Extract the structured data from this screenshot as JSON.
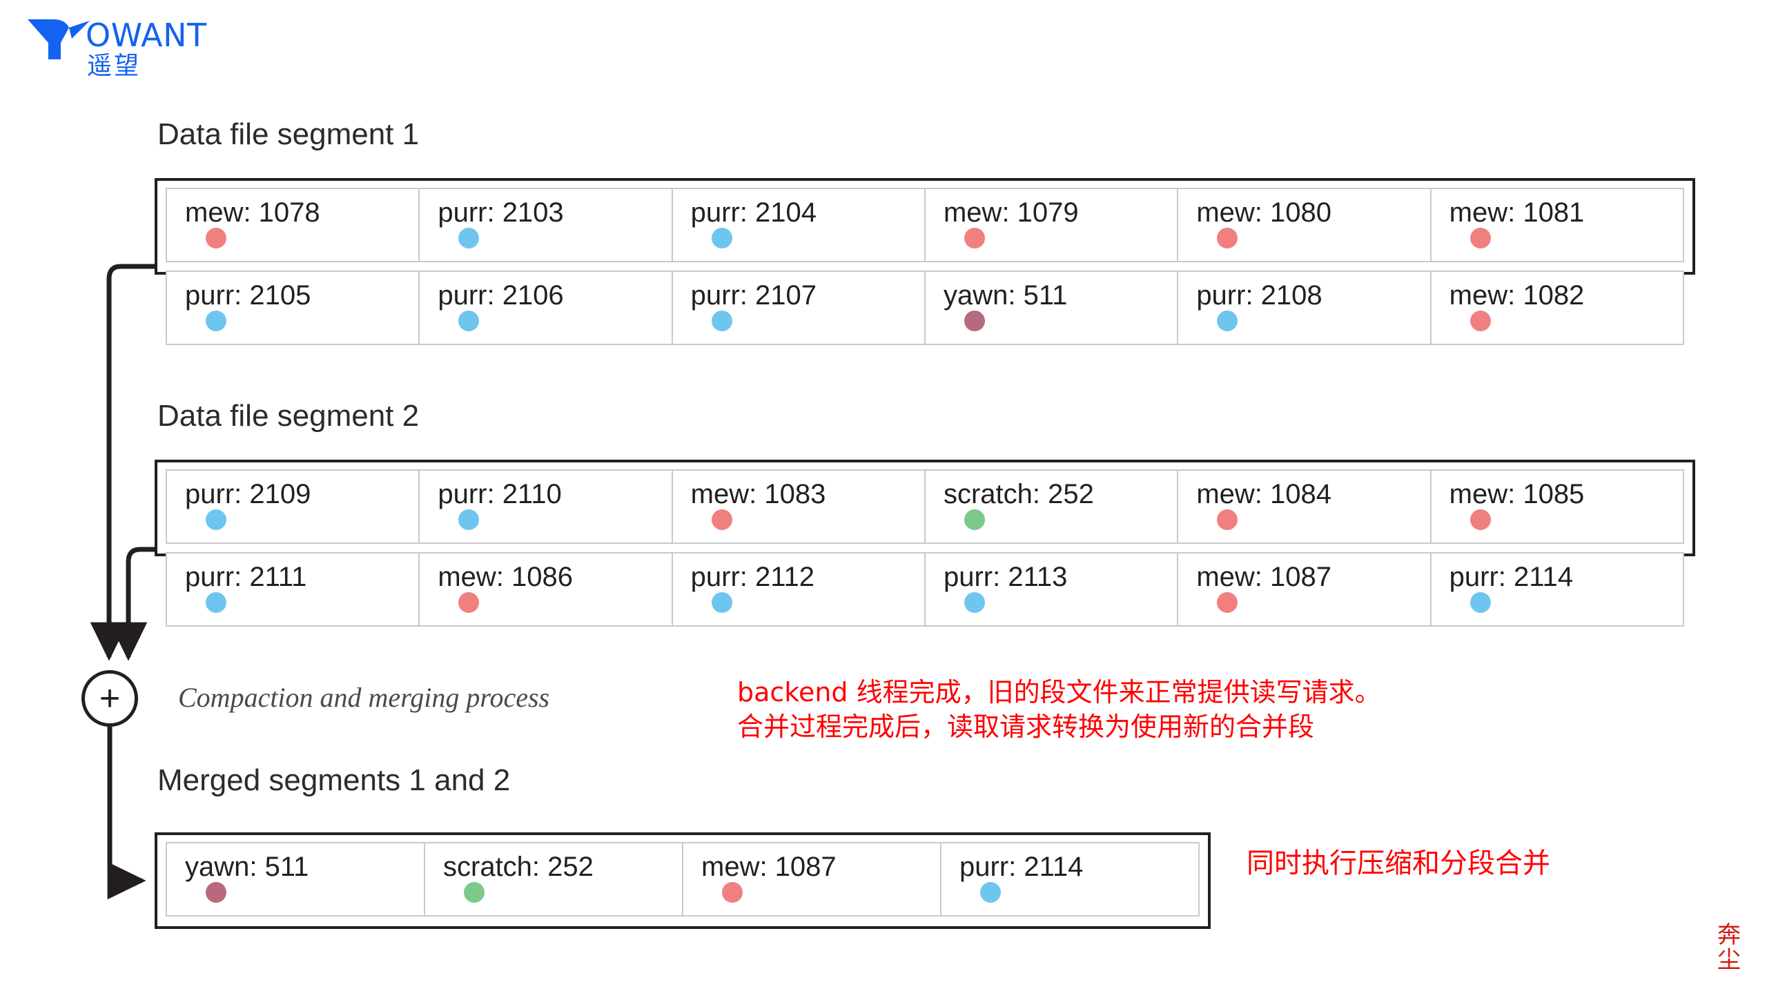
{
  "brand": {
    "wordmark": "OWANT",
    "wordmark_full": "YOWANT",
    "chinese": "遥望",
    "color": "#1462F0"
  },
  "colors": {
    "dot_mew": "#F08080",
    "dot_purr": "#6EC6EE",
    "dot_yawn": "#B8697C",
    "dot_scratch": "#7CC98A",
    "frame": "#231f20",
    "cell_border": "#c9c9c9",
    "annotation_red": "#FF0000",
    "stamp_red": "#D3190E"
  },
  "segments": [
    {
      "title": "Data file segment 1",
      "rows": [
        [
          {
            "label": "mew: 1078",
            "dot": "mew"
          },
          {
            "label": "purr: 2103",
            "dot": "purr"
          },
          {
            "label": "purr: 2104",
            "dot": "purr"
          },
          {
            "label": "mew: 1079",
            "dot": "mew"
          },
          {
            "label": "mew: 1080",
            "dot": "mew"
          },
          {
            "label": "mew: 1081",
            "dot": "mew"
          }
        ],
        [
          {
            "label": "purr: 2105",
            "dot": "purr"
          },
          {
            "label": "purr: 2106",
            "dot": "purr"
          },
          {
            "label": "purr: 2107",
            "dot": "purr"
          },
          {
            "label": "yawn: 511",
            "dot": "yawn"
          },
          {
            "label": "purr: 2108",
            "dot": "purr"
          },
          {
            "label": "mew: 1082",
            "dot": "mew"
          }
        ]
      ]
    },
    {
      "title": "Data file segment 2",
      "rows": [
        [
          {
            "label": "purr: 2109",
            "dot": "purr"
          },
          {
            "label": "purr: 2110",
            "dot": "purr"
          },
          {
            "label": "mew: 1083",
            "dot": "mew"
          },
          {
            "label": "scratch: 252",
            "dot": "scratch"
          },
          {
            "label": "mew: 1084",
            "dot": "mew"
          },
          {
            "label": "mew: 1085",
            "dot": "mew"
          }
        ],
        [
          {
            "label": "purr: 2111",
            "dot": "purr"
          },
          {
            "label": "mew: 1086",
            "dot": "mew"
          },
          {
            "label": "purr: 2112",
            "dot": "purr"
          },
          {
            "label": "purr: 2113",
            "dot": "purr"
          },
          {
            "label": "mew: 1087",
            "dot": "mew"
          },
          {
            "label": "purr: 2114",
            "dot": "purr"
          }
        ]
      ]
    }
  ],
  "merge": {
    "node_symbol": "+",
    "caption": "Compaction and merging process"
  },
  "merged": {
    "title": "Merged segments 1 and 2",
    "row": [
      {
        "label": "yawn: 511",
        "dot": "yawn"
      },
      {
        "label": "scratch: 252",
        "dot": "scratch"
      },
      {
        "label": "mew: 1087",
        "dot": "mew"
      },
      {
        "label": "purr: 2114",
        "dot": "purr"
      }
    ]
  },
  "annotations": {
    "backend_line1": "backend 线程完成，旧的段文件来正常提供读写请求。",
    "backend_line2": "合并过程完成后，读取请求转换为使用新的合并段",
    "bottom_note": "同时执行压缩和分段合并",
    "stamp": "奔尘"
  }
}
